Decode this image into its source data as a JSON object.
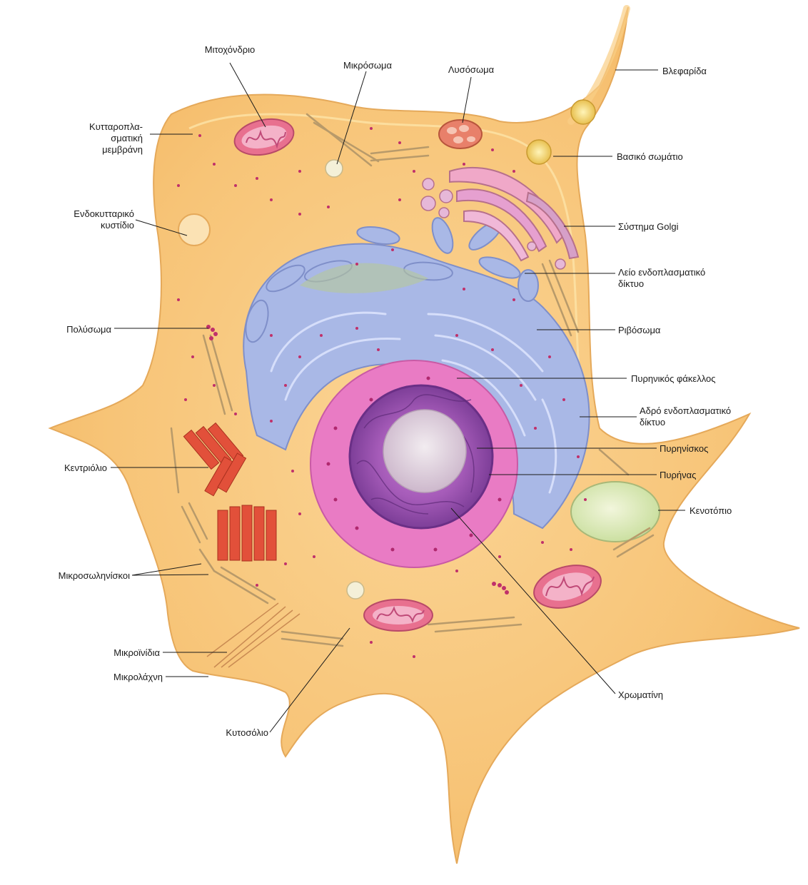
{
  "labels": {
    "mitochondrion": "Μιτοχόνδριο",
    "microsome": "Μικρόσωμα",
    "lysosome": "Λυσόσωμα",
    "cilium": "Βλεφαρίδα",
    "plasma_membrane": [
      "Κυτταροπλα-",
      "σματική",
      "μεμβράνη"
    ],
    "basal_body": "Βασικό σωμάτιο",
    "endocytic_vesicle": [
      "Ενδοκυτταρικό",
      "κυστίδιο"
    ],
    "golgi": "Σύστημα Golgi",
    "smooth_er": [
      "Λείο ενδοπλασματικό",
      "δίκτυο"
    ],
    "polysome": "Πολύσωμα",
    "ribosome": "Ριβόσωμα",
    "nuclear_envelope": "Πυρηνικός φάκελλος",
    "rough_er": [
      "Αδρό ενδοπλασματικό",
      "δίκτυο"
    ],
    "centriole": "Κεντριόλιο",
    "nucleolus": "Πυρηνίσκος",
    "nucleus": "Πυρήνας",
    "vacuole": "Κενοτόπιο",
    "microtubules": "Μικροσωληνίσκοι",
    "microfilaments": "Μικροϊνίδια",
    "microvilli": "Μικρολάχνη",
    "chromatin": "Χρωματίνη",
    "cytosol": "Κυτοσόλιο"
  },
  "colors": {
    "cytoplasm": "#f8c878",
    "membrane_light": "#fde6b0",
    "er_blue": "#a9b8e6",
    "nucleus_pink": "#e97bc4",
    "nucleus_purple": "#8a4aa0",
    "nucleolus": "#e8dde6",
    "mito_pink": "#e8708f",
    "centriole_red": "#e2503a",
    "vacuole": "#e6f0c6",
    "ribosome": "#c0306a"
  }
}
